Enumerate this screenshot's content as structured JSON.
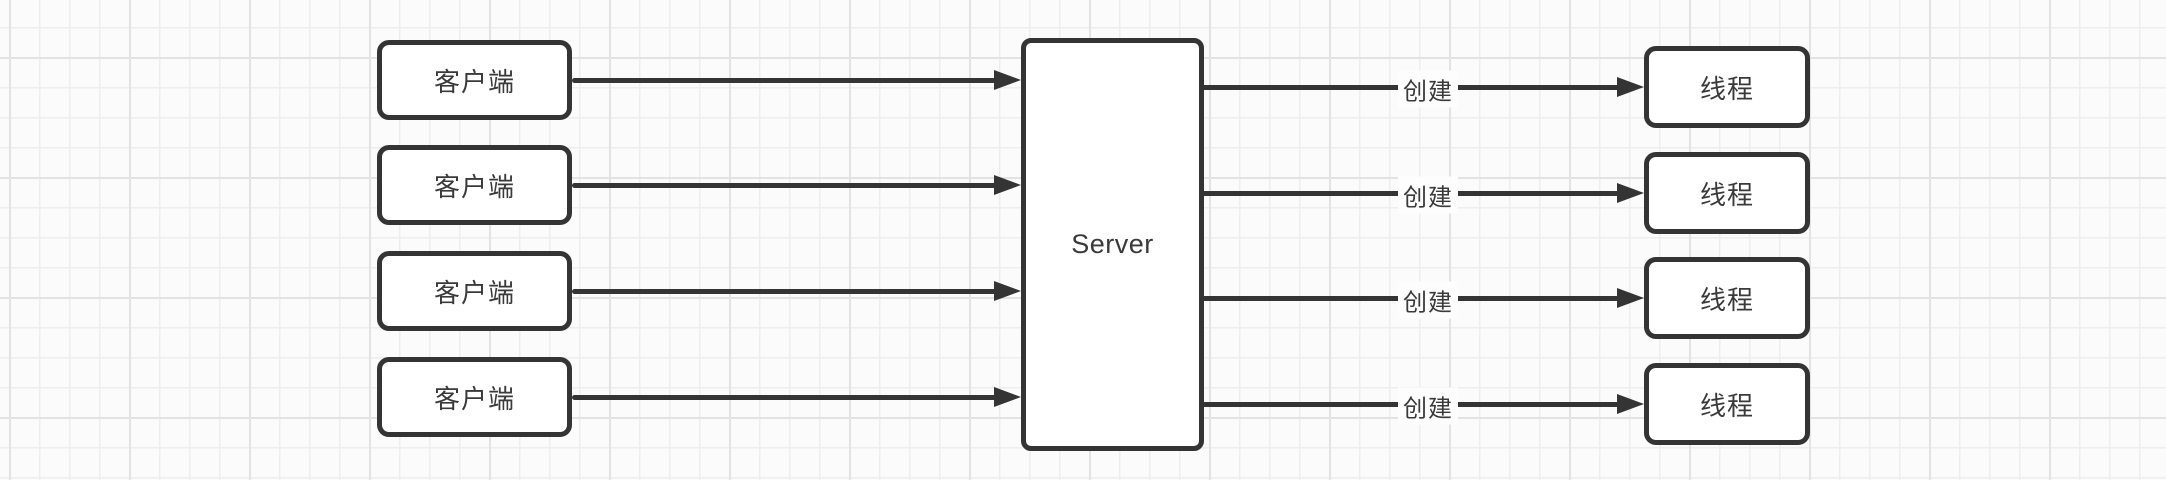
{
  "diagram": {
    "title_hint": "multi-threaded server model",
    "server": {
      "label": "Server"
    },
    "clients": [
      {
        "label": "客户端"
      },
      {
        "label": "客户端"
      },
      {
        "label": "客户端"
      },
      {
        "label": "客户端"
      }
    ],
    "threads": [
      {
        "label": "线程"
      },
      {
        "label": "线程"
      },
      {
        "label": "线程"
      },
      {
        "label": "线程"
      }
    ],
    "create_labels": [
      "创建",
      "创建",
      "创建",
      "创建"
    ],
    "edges": [
      {
        "from": "client-1",
        "to": "server",
        "label": ""
      },
      {
        "from": "client-2",
        "to": "server",
        "label": ""
      },
      {
        "from": "client-3",
        "to": "server",
        "label": ""
      },
      {
        "from": "client-4",
        "to": "server",
        "label": ""
      },
      {
        "from": "server",
        "to": "thread-1",
        "label": "创建"
      },
      {
        "from": "server",
        "to": "thread-2",
        "label": "创建"
      },
      {
        "from": "server",
        "to": "thread-3",
        "label": "创建"
      },
      {
        "from": "server",
        "to": "thread-4",
        "label": "创建"
      }
    ],
    "colors": {
      "stroke": "#343434",
      "node_fill": "#ffffff",
      "text": "#3a3a3a",
      "background": "#fbfbfb",
      "grid_minor": "#eeeeee",
      "grid_major": "#e3e3e3"
    }
  }
}
